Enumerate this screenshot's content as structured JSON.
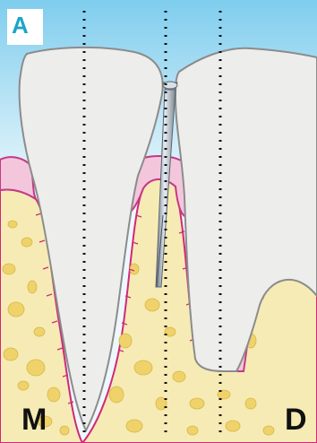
{
  "figure": {
    "panel_label": "A",
    "side_left_label": "M",
    "side_right_label": "D"
  },
  "colors": {
    "background_top": "#7fcdee",
    "background_bottom": "#eef8fc",
    "tooth": "#ededec",
    "tooth_outline": "#8c8c8c",
    "gingiva": "#f4c6dc",
    "gingiva_edge": "#c43a86",
    "bone": "#f6ebb4",
    "bone_trabecula": "#efd36a",
    "ligament_line": "#d1287a",
    "probe_light": "#d9e1e8",
    "probe_dark": "#6a7580",
    "guide_line": "#111111"
  },
  "icons": [
    "periodontal-probe-icon"
  ]
}
